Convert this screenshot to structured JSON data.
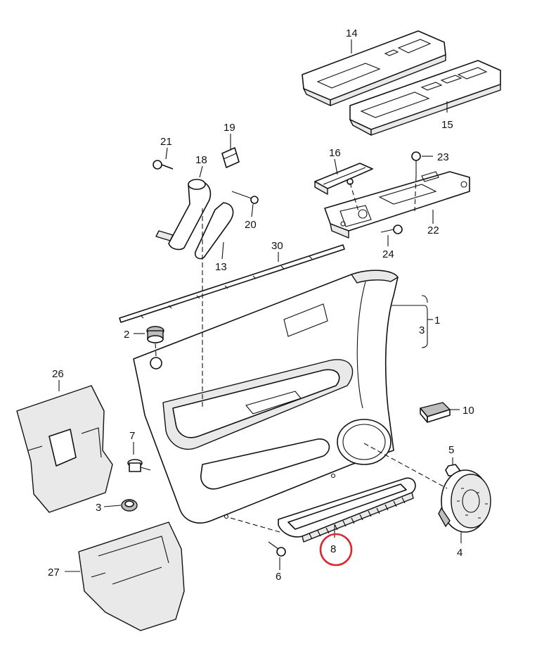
{
  "callouts": {
    "p1": "1",
    "p2": "2",
    "p3a": "3",
    "p3b": "3",
    "p4": "4",
    "p5": "5",
    "p6": "6",
    "p7": "7",
    "p8": "8",
    "p10": "10",
    "p13": "13",
    "p14": "14",
    "p15": "15",
    "p16": "16",
    "p18": "18",
    "p19": "19",
    "p20": "20",
    "p21": "21",
    "p22": "22",
    "p23": "23",
    "p24": "24",
    "p26": "26",
    "p27": "27",
    "p30": "30"
  },
  "highlight": {
    "part": "8",
    "color": "#d8282f"
  }
}
